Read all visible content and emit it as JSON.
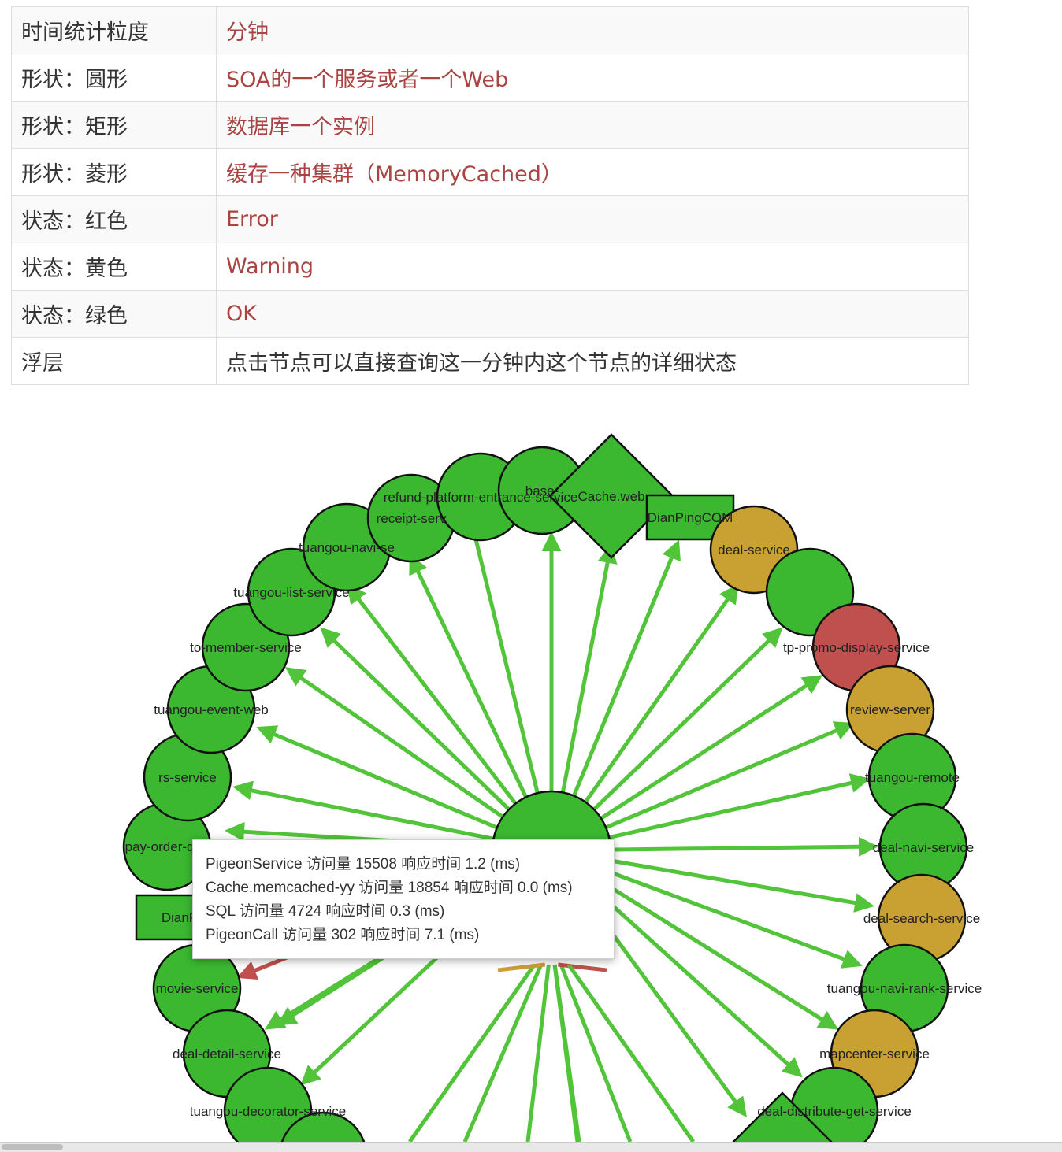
{
  "legend_table": [
    {
      "key": "时间统计粒度",
      "value": "分钟"
    },
    {
      "key": "形状：圆形",
      "value": "SOA的一个服务或者一个Web"
    },
    {
      "key": "形状：矩形",
      "value": "数据库一个实例"
    },
    {
      "key": "形状：菱形",
      "value": "缓存一种集群（MemoryCached）"
    },
    {
      "key": "状态：红色",
      "value": "Error"
    },
    {
      "key": "状态：黄色",
      "value": "Warning"
    },
    {
      "key": "状态：绿色",
      "value": "OK"
    },
    {
      "key": "浮层",
      "value": "点击节点可以直接查询这一分钟内这个节点的详细状态"
    }
  ],
  "colors": {
    "ok": "#3bb830",
    "warning": "#c9a032",
    "error": "#c0504d",
    "edge_ok": "#52c43a",
    "edge_warning": "#c9a032",
    "edge_error": "#c0504d"
  },
  "graph": {
    "nodes": [
      {
        "label": "pay-order-que",
        "shape": "circle",
        "status": "ok"
      },
      {
        "label": "rs-service",
        "shape": "circle",
        "status": "ok"
      },
      {
        "label": "tuangou-event-web",
        "shape": "circle",
        "status": "ok"
      },
      {
        "label": "to-member-service",
        "shape": "circle",
        "status": "ok"
      },
      {
        "label": "tuangou-list-service",
        "shape": "circle",
        "status": "ok"
      },
      {
        "label": "tuangou-navi-se",
        "shape": "circle",
        "status": "ok"
      },
      {
        "label": "receipt-serv",
        "shape": "circle",
        "status": "ok"
      },
      {
        "label": "refund-platform-entrance-service",
        "shape": "circle",
        "status": "ok"
      },
      {
        "label": "base-",
        "shape": "circle",
        "status": "ok"
      },
      {
        "label": "Cache.web",
        "shape": "diamond",
        "status": "ok"
      },
      {
        "label": "DianPingCOM",
        "shape": "rect",
        "status": "ok"
      },
      {
        "label": "deal-service",
        "shape": "circle",
        "status": "warning"
      },
      {
        "label": "",
        "shape": "circle",
        "status": "ok"
      },
      {
        "label": "tp-promo-display-service",
        "shape": "circle",
        "status": "error"
      },
      {
        "label": "review-server",
        "shape": "circle",
        "status": "warning"
      },
      {
        "label": "tuangou-remote",
        "shape": "circle",
        "status": "ok"
      },
      {
        "label": "deal-navi-service",
        "shape": "circle",
        "status": "ok"
      },
      {
        "label": "deal-search-service",
        "shape": "circle",
        "status": "warning"
      },
      {
        "label": "tuangou-navi-rank-service",
        "shape": "circle",
        "status": "ok"
      },
      {
        "label": "mapcenter-service",
        "shape": "circle",
        "status": "warning"
      },
      {
        "label": "deal-distribute-get-service",
        "shape": "circle",
        "status": "ok"
      },
      {
        "label": "",
        "shape": "diamond",
        "status": "ok"
      },
      {
        "label": "DianP",
        "shape": "rect",
        "status": "ok"
      },
      {
        "label": "movie-service",
        "shape": "circle",
        "status": "ok"
      },
      {
        "label": "deal-detail-service",
        "shape": "circle",
        "status": "ok"
      },
      {
        "label": "tuangou-decorator-service",
        "shape": "circle",
        "status": "ok"
      },
      {
        "label": "",
        "shape": "circle",
        "status": "ok"
      },
      {
        "label": "",
        "shape": "circle",
        "status": "ok"
      }
    ],
    "edges": [
      {
        "status": "ok"
      },
      {
        "status": "ok"
      },
      {
        "status": "ok"
      },
      {
        "status": "ok"
      },
      {
        "status": "ok"
      },
      {
        "status": "ok"
      },
      {
        "status": "ok"
      },
      {
        "status": "ok"
      },
      {
        "status": "ok"
      },
      {
        "status": "ok"
      },
      {
        "status": "ok"
      },
      {
        "status": "ok"
      },
      {
        "status": "ok"
      },
      {
        "status": "ok"
      },
      {
        "status": "ok"
      },
      {
        "status": "ok"
      },
      {
        "status": "ok"
      },
      {
        "status": "ok"
      },
      {
        "status": "ok"
      },
      {
        "status": "ok"
      },
      {
        "status": "ok"
      },
      {
        "status": "ok"
      },
      {
        "status": "ok"
      },
      {
        "status": "error"
      },
      {
        "status": "ok"
      },
      {
        "status": "ok"
      },
      {
        "status": "ok"
      },
      {
        "status": "ok"
      },
      {
        "status": "warning"
      },
      {
        "status": "ok"
      },
      {
        "status": "ok"
      },
      {
        "status": "ok"
      },
      {
        "status": "error"
      },
      {
        "status": "ok"
      },
      {
        "status": "ok"
      }
    ]
  },
  "tooltip": {
    "lines": [
      "PigeonService 访问量 15508 响应时间 1.2 (ms)",
      "Cache.memcached-yy 访问量 18854 响应时间 0.0 (ms)",
      "SQL 访问量 4724 响应时间 0.3 (ms)",
      "PigeonCall 访问量 302 响应时间 7.1 (ms)"
    ]
  }
}
